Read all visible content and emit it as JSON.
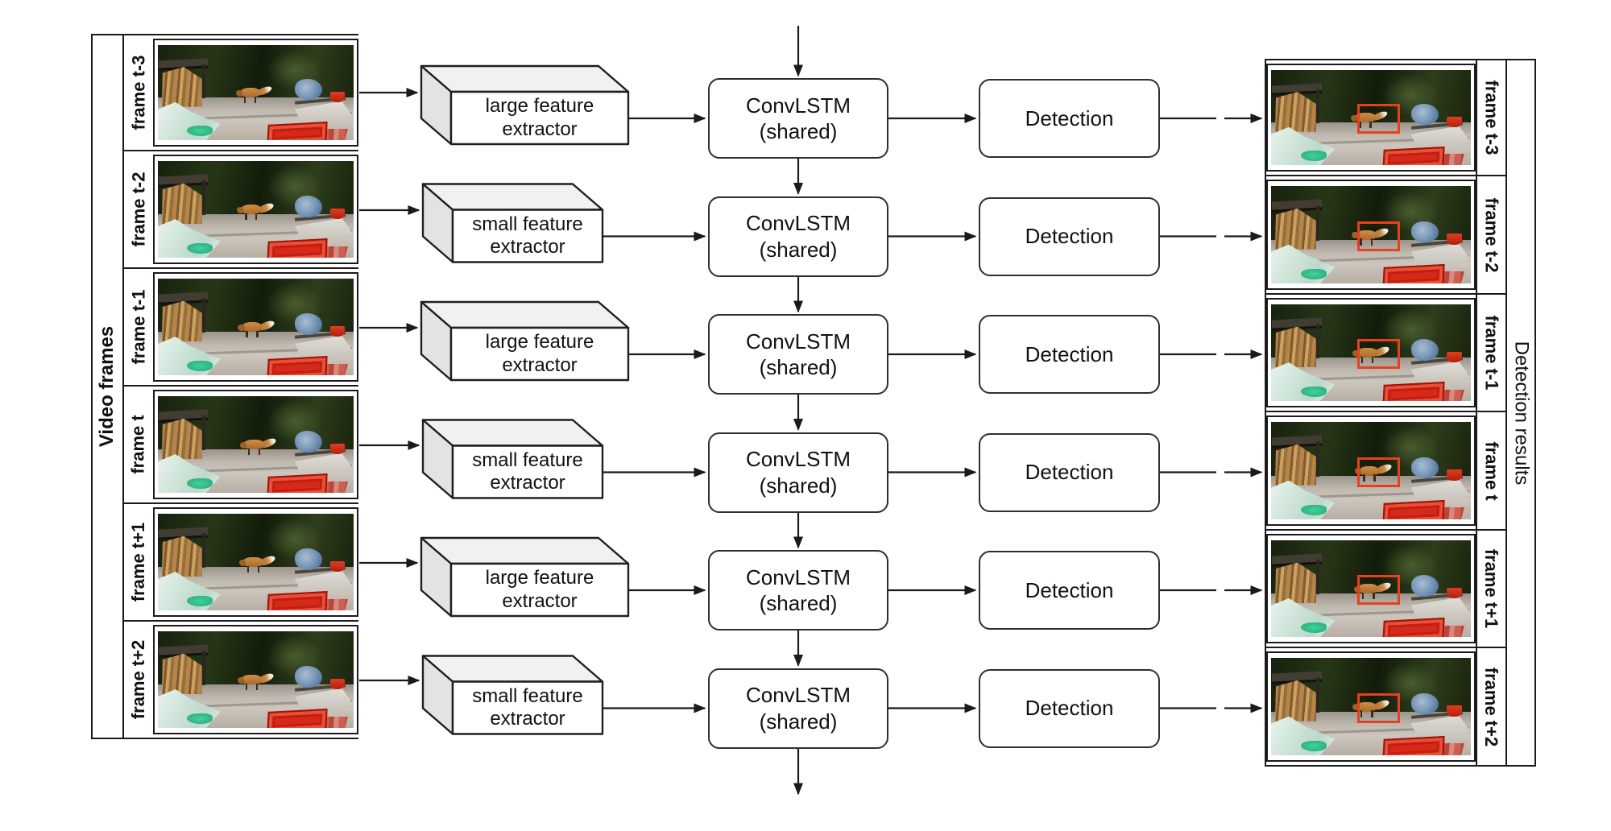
{
  "diagram": {
    "left_panel_title": "Video frames",
    "right_panel_title": "Detection results",
    "boxes": {
      "convlstm_line1": "ConvLSTM",
      "convlstm_line2": "(shared)",
      "detection": "Detection",
      "extractor_large": "large feature extractor",
      "extractor_small": "small feature extractor"
    },
    "rows": [
      {
        "frame_label": "frame t-3",
        "extractor": "large"
      },
      {
        "frame_label": "frame t-2",
        "extractor": "small"
      },
      {
        "frame_label": "frame t-1",
        "extractor": "large"
      },
      {
        "frame_label": "frame t",
        "extractor": "small"
      },
      {
        "frame_label": "frame t+1",
        "extractor": "large"
      },
      {
        "frame_label": "frame t+2",
        "extractor": "small"
      }
    ],
    "colors": {
      "line": "#1a1a1a",
      "box_border": "#2f2f2f",
      "box_fill": "#ffffff",
      "box3d_top": "#f1f1f1",
      "box3d_side": "#e3e3e3",
      "detection_bbox": "#e6401f"
    }
  }
}
